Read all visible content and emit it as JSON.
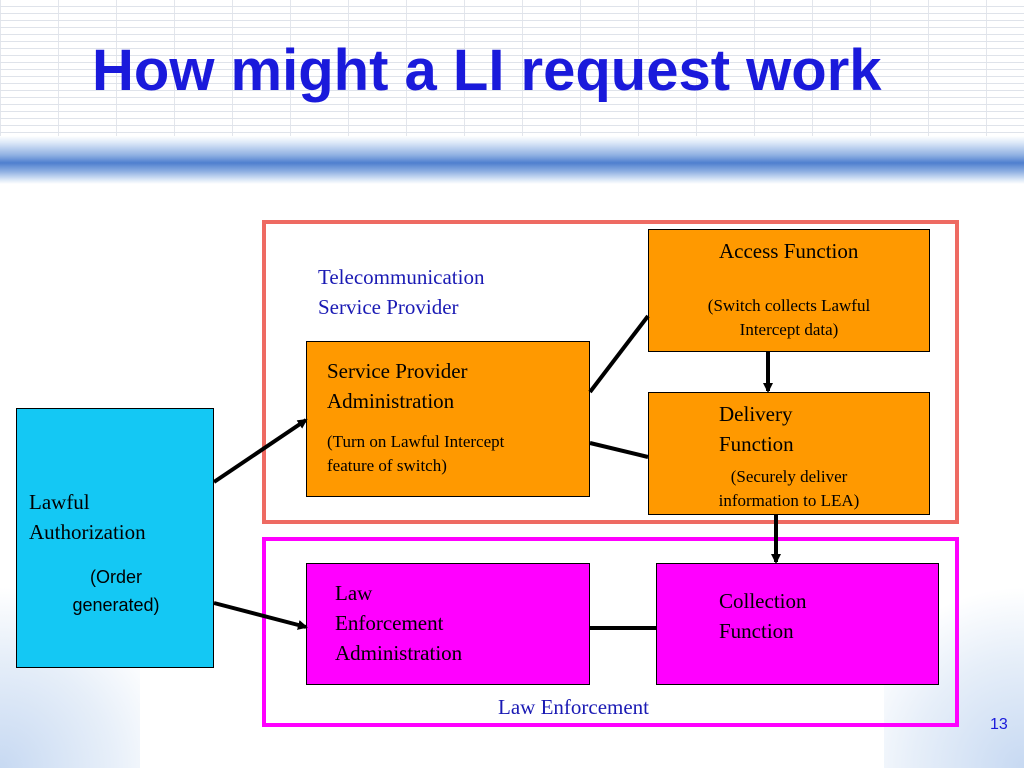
{
  "slide": {
    "title": "How might a LI request work",
    "page_number": "13"
  },
  "groups": {
    "telecom_provider": {
      "label_lines": [
        "Telecommunication",
        "Service Provider"
      ],
      "border_color": "#ee6a62"
    },
    "law_enforcement": {
      "label": "Law Enforcement",
      "border_color": "#ff00ff"
    }
  },
  "nodes": {
    "lawful_authorization": {
      "title_lines": [
        "Lawful",
        "Authorization"
      ],
      "subtitle_lines": [
        "(Order",
        "generated)"
      ],
      "color": "#14c8f4"
    },
    "service_provider_admin": {
      "title_lines": [
        "Service Provider",
        "Administration"
      ],
      "subtitle_lines": [
        "(Turn on Lawful Intercept",
        "feature of switch)"
      ],
      "color": "#ff9900"
    },
    "access_function": {
      "title_lines": [
        "Access Function"
      ],
      "subtitle_lines": [
        "(Switch collects Lawful",
        "Intercept data)"
      ],
      "color": "#ff9900"
    },
    "delivery_function": {
      "title_lines": [
        "Delivery",
        "Function"
      ],
      "subtitle_lines": [
        "(Securely  deliver",
        "information to LEA)"
      ],
      "color": "#ff9900"
    },
    "law_enforcement_admin": {
      "title_lines": [
        "Law",
        "Enforcement",
        "Administration"
      ],
      "color": "#ff00ff"
    },
    "collection_function": {
      "title_lines": [
        "Collection",
        "Function"
      ],
      "color": "#ff00ff"
    }
  },
  "edges": [
    {
      "from": "lawful_authorization",
      "to": "service_provider_admin",
      "arrow": true
    },
    {
      "from": "lawful_authorization",
      "to": "law_enforcement_admin",
      "arrow": true
    },
    {
      "from": "service_provider_admin",
      "to": "access_function",
      "arrow": false
    },
    {
      "from": "service_provider_admin",
      "to": "delivery_function",
      "arrow": false
    },
    {
      "from": "access_function",
      "to": "delivery_function",
      "arrow": true
    },
    {
      "from": "delivery_function",
      "to": "collection_function",
      "arrow": true
    },
    {
      "from": "law_enforcement_admin",
      "to": "collection_function",
      "arrow": false
    }
  ]
}
